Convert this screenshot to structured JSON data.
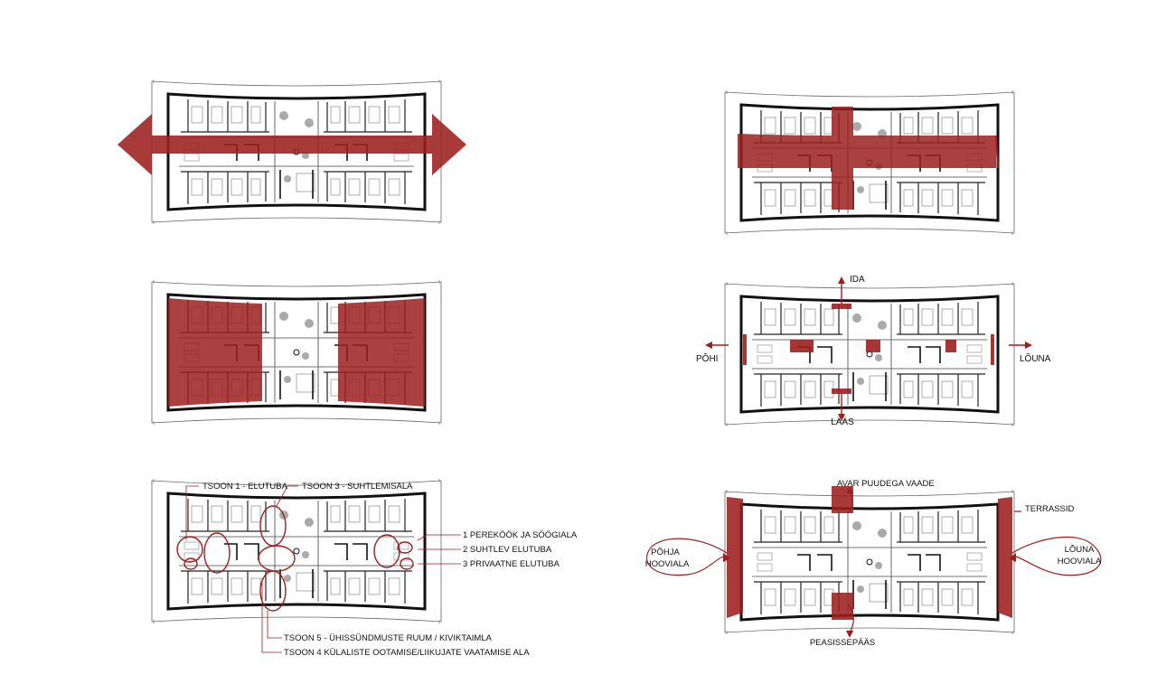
{
  "colors": {
    "accent": "#9c1f1f",
    "wall": "#111111",
    "line": "#555555",
    "background": "#ffffff"
  },
  "diagram_4": {
    "ida": "IDA",
    "pohi": "PÕHI",
    "louna": "LÕUNA",
    "laas": "LÄÄS"
  },
  "diagram_5": {
    "tsoon1": "TSOON 1 - ELUTUBA",
    "tsoon3": "TSOON 3 - SUHTLEMISALA",
    "item1": "1 PEREKÖÖK JA SÖÖGIALA",
    "item2": "2 SUHTLEV ELUTUBA",
    "item3": "3 PRIVAATNE ELUTUBA",
    "tsoon5": "TSOON 5 - ÜHISSÜNDMUSTE RUUM / KIVIKTAIMLA",
    "tsoon4": "TSOON 4 KÜLALISTE OOTAMISE/LIIKUJATE VAATAMISE ALA"
  },
  "diagram_6": {
    "avar": "AVAR PUUDEGA VAADE",
    "terrassid": "TERRASSID",
    "pohja_1": "PÕHJA",
    "pohja_2": "HOOVIALA",
    "louna_1": "LÕUNA",
    "louna_2": "HOOVIALA",
    "peasissepaas": "PEASISSEPÄÄS"
  }
}
